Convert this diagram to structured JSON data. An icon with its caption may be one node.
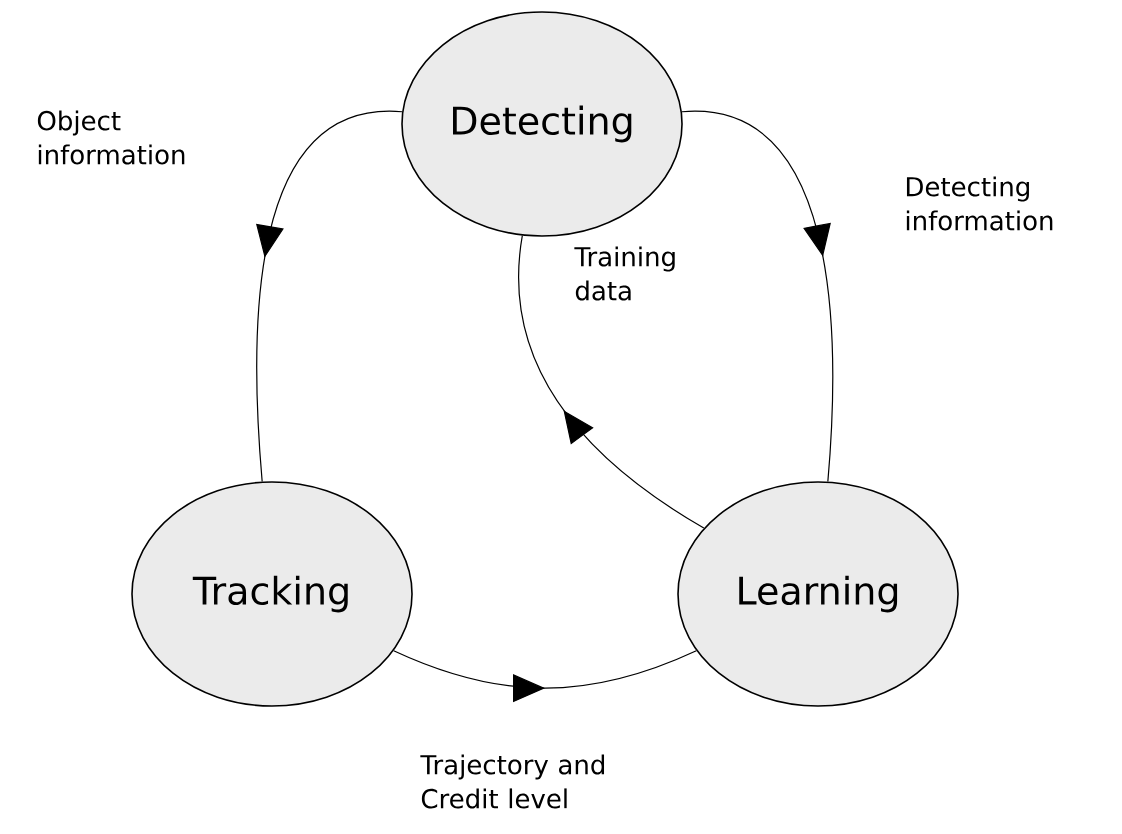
{
  "diagram": {
    "nodes": [
      {
        "text": [
          "Detecting"
        ]
      },
      {
        "text": [
          "Tracking"
        ]
      },
      {
        "text": [
          "Learning"
        ]
      }
    ],
    "edges": [
      {
        "from": 0,
        "to": 2,
        "arrow": "to",
        "label": "Detecting information"
      },
      {
        "from": 1,
        "to": 2,
        "arrow": "to",
        "label": "Trajectory and Credit level"
      },
      {
        "from": 0,
        "to": 1,
        "arrow": "to",
        "label": "Object information"
      },
      {
        "from": 2,
        "to": 0,
        "arrow": "to",
        "label": "Training data"
      }
    ]
  }
}
